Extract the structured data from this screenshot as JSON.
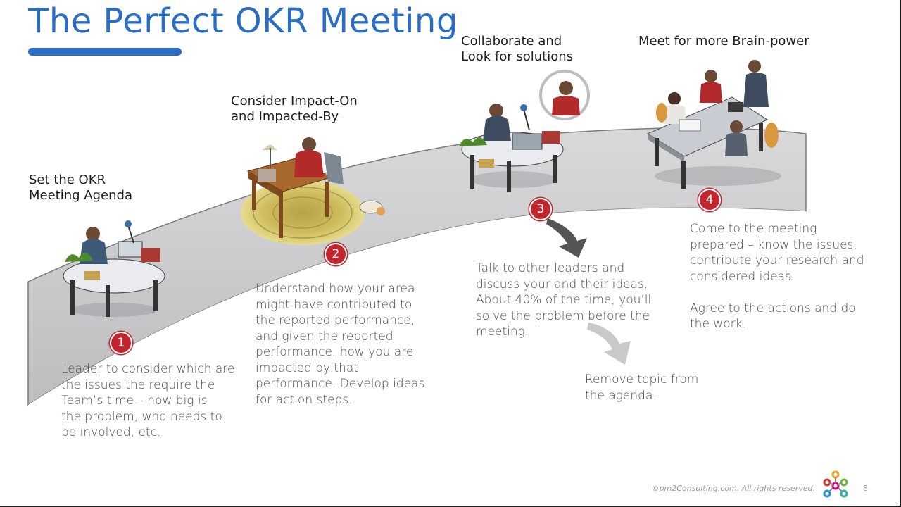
{
  "title": "The Perfect OKR Meeting",
  "steps": [
    {
      "number": "1",
      "heading": "Set the OKR\nMeeting Agenda",
      "body": "Leader to consider which are\nthe issues the require the\nTeam’s time – how big is\nthe problem, who needs to\nbe involved, etc."
    },
    {
      "number": "2",
      "heading": "Consider Impact-On\nand Impacted-By",
      "body": "Understand how your area\nmight have contributed to\nthe reported performance,\nand given the reported\nperformance, how you are\nimpacted by that\nperformance. Develop ideas\nfor action steps."
    },
    {
      "number": "3",
      "heading": "Collaborate and\nLook for solutions",
      "body": "Talk to other leaders and\ndiscuss your and their ideas.\nAbout 40% of the time, you’ll\nsolve the problem before the\nmeeting."
    },
    {
      "number": "4",
      "heading": "Meet for more Brain-power",
      "body": "Come to the meeting\nprepared – know the issues,\ncontribute your research and\nconsidered ideas.\n\nAgree to the actions and do\nthe work."
    }
  ],
  "branch_note": "Remove topic from\nthe agenda.",
  "footer": "©pm2Consulting.com. All rights reserved.",
  "page_number": "8",
  "colors": {
    "title_blue": "#2a6dc5",
    "badge_red": "#c3252c",
    "path_gray": "#c9c9cb"
  }
}
